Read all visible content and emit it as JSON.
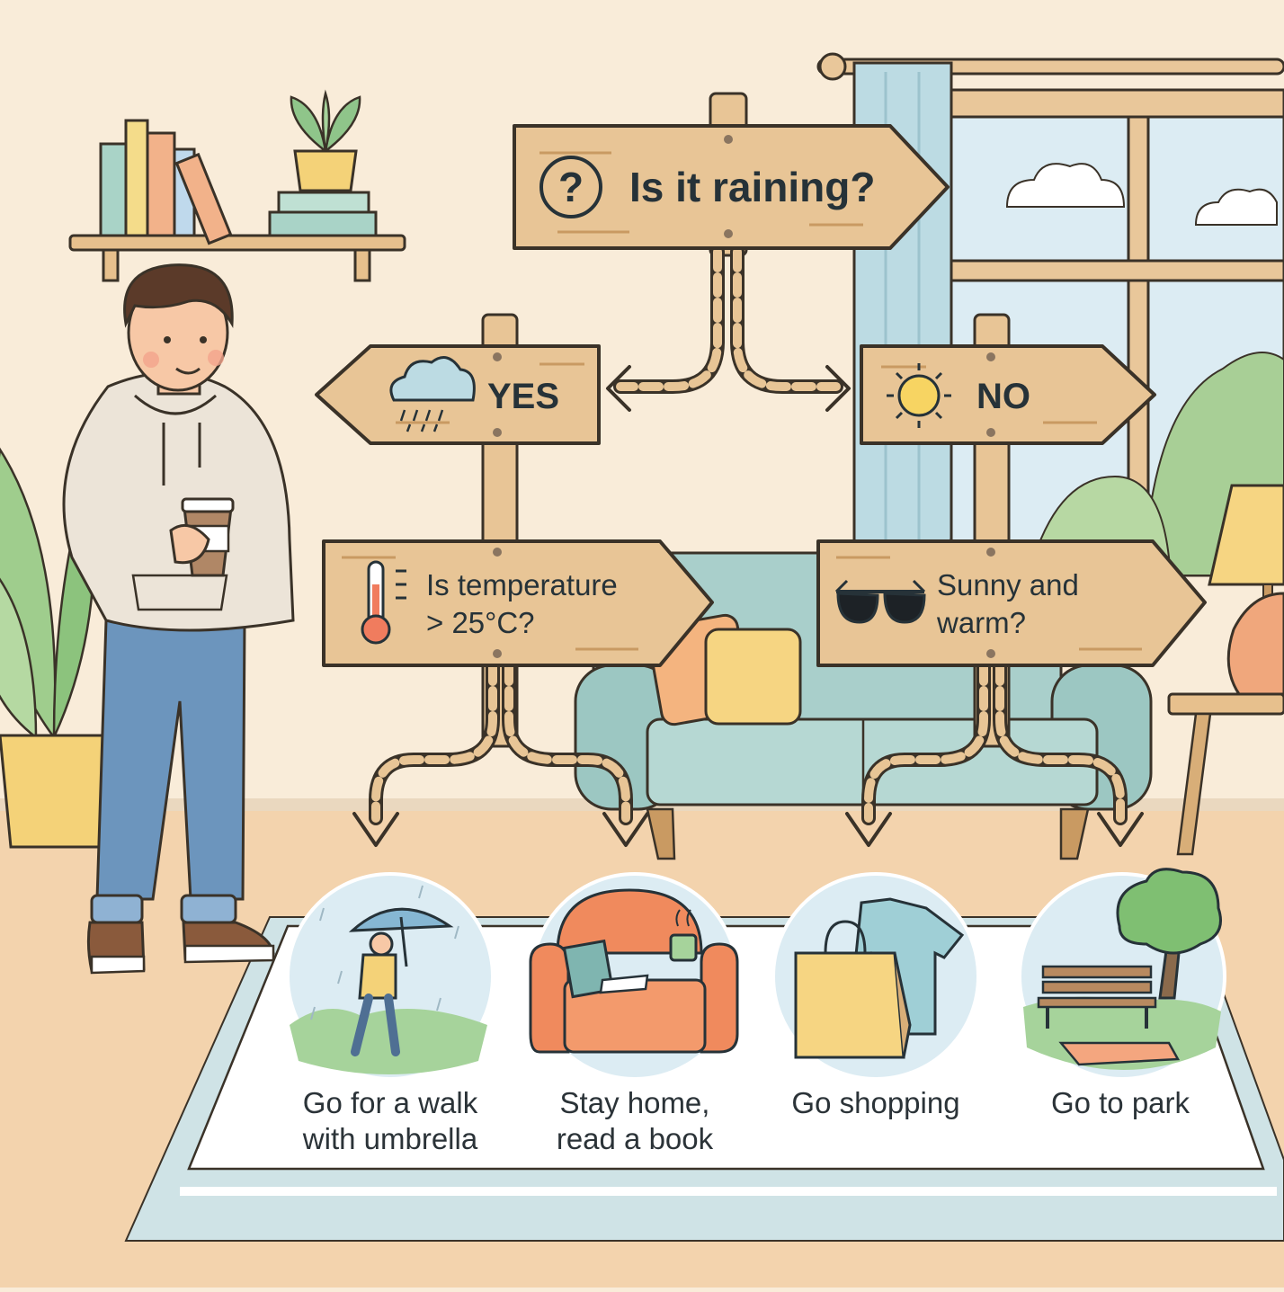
{
  "diagram": {
    "root": {
      "text": "Is it raining?",
      "icon": "question-icon"
    },
    "branches": [
      {
        "label": "YES",
        "icon": "rain-cloud-icon",
        "question": {
          "line1": "Is temperature",
          "line2": "> 25°C?",
          "icon": "thermometer-icon"
        },
        "outcomes": [
          {
            "line1": "Go for a walk",
            "line2": "with umbrella",
            "icon": "umbrella-walker-icon"
          },
          {
            "line1": "Stay home,",
            "line2": "read a book",
            "icon": "armchair-book-icon"
          }
        ]
      },
      {
        "label": "NO",
        "icon": "sun-icon",
        "question": {
          "line1": "Sunny and",
          "line2": "warm?",
          "icon": "sunglasses-icon"
        },
        "outcomes": [
          {
            "line1": "Go shopping",
            "line2": "",
            "icon": "shopping-bag-icon"
          },
          {
            "line1": "Go to park",
            "line2": "",
            "icon": "park-bench-icon"
          }
        ]
      }
    ]
  },
  "colors": {
    "wood": "#e8c596",
    "wood_dark": "#c99a62",
    "outline": "#3a3228",
    "wall": "#f9ecd9",
    "floor": "#f3d3ad",
    "rug": "#ffffff",
    "sofa": "#a9cfcb",
    "sky": "#dcecf3"
  }
}
